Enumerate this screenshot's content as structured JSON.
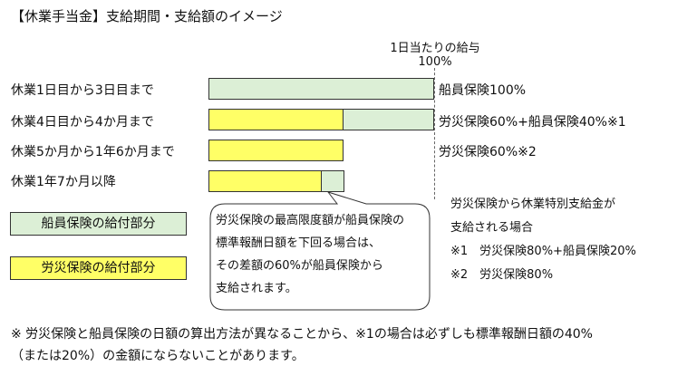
{
  "title": "【休業手当金】支給期間・支給額のイメージ",
  "header": {
    "line1": "1日当たりの給与",
    "line2": "100%"
  },
  "rows": [
    {
      "label": "休業1日目から3日目まで",
      "bar_label": "船員保険100%",
      "rousai_share": 0,
      "senin_share": 1.0
    },
    {
      "label": "休業4日目から4か月まで",
      "bar_label": "労災保険60%+船員保険40%※1",
      "rousai_share": 0.6,
      "senin_share": 0.4
    },
    {
      "label": "休業5か月から1年6か月まで",
      "bar_label": "労災保険60%※2",
      "rousai_share": 0.6,
      "senin_share": 0
    },
    {
      "label": "休業1年7か月以降",
      "bar_label": "",
      "rousai_share": 0.5,
      "senin_share": 0.1
    }
  ],
  "legend": {
    "senin": "船員保険の給付部分",
    "rousai": "労災保険の給付部分"
  },
  "colors": {
    "senin": "#dcefd6",
    "rousai": "#ffff66",
    "border": "#333333"
  },
  "callout": {
    "lines": [
      "労災保険の最高限度額が船員保険の",
      "標準報酬日額を下回る場合は、",
      "その差額の60%が船員保険から",
      "支給されます。"
    ]
  },
  "note": {
    "lines": [
      "労災保険から休業特別支給金が",
      "支給される場合",
      "※1　労災保険80%+船員保険20%",
      "※2　労災保険80%"
    ]
  },
  "footnote": {
    "line1": "※ 労災保険と船員保険の日額の算出方法が異なることから、※1の場合は必ずしも標準報酬日額の40%",
    "line2": "（または20%）の金額にならないことがあります。"
  }
}
